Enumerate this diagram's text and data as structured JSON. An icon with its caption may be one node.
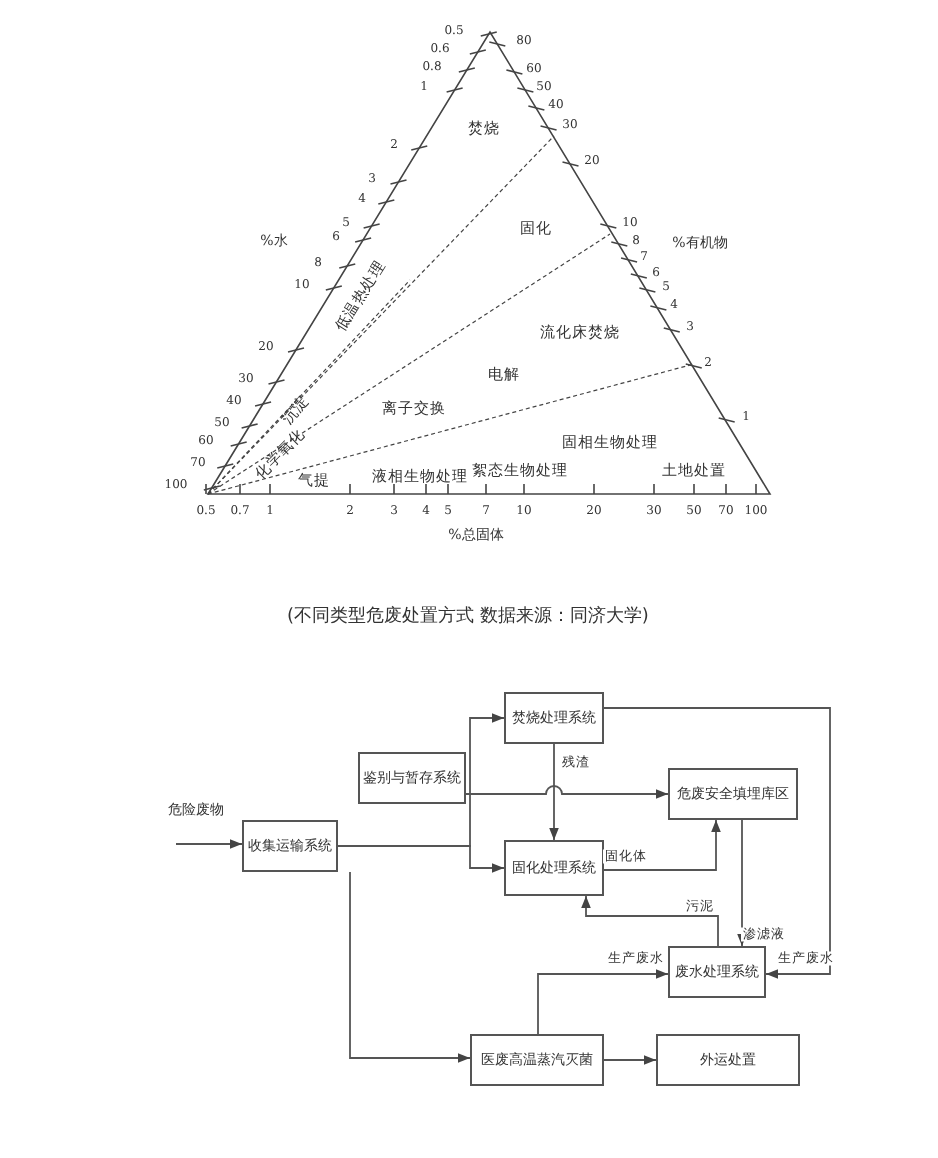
{
  "diagram": {
    "caption": "(不同类型危废处置方式 数据来源：同济大学)",
    "nodes": [
      {
        "text": [
          "危险废物"
        ]
      },
      {
        "text": [
          "收集运输系统"
        ]
      },
      {
        "text": [
          "鉴别与暂存系统"
        ]
      },
      {
        "text": [
          "焚烧处理系统"
        ]
      },
      {
        "text": [
          "危废安全填埋库区"
        ]
      },
      {
        "text": [
          "固化处理系统"
        ]
      },
      {
        "text": [
          "废水处理系统"
        ]
      },
      {
        "text": [
          "医废高温蒸汽灭菌"
        ]
      },
      {
        "text": [
          "外运处置"
        ]
      }
    ],
    "edges": [
      {
        "from": 0,
        "to": 1,
        "arrow": "to"
      },
      {
        "from": 1,
        "to": 3,
        "arrow": "to"
      },
      {
        "from": 1,
        "to": 5,
        "arrow": "to"
      },
      {
        "from": 2,
        "to": 4,
        "arrow": "to"
      },
      {
        "from": 3,
        "to": 5,
        "arrow": "to",
        "label": "残渣"
      },
      {
        "from": 5,
        "to": 4,
        "arrow": "to",
        "label": "固化体"
      },
      {
        "from": 3,
        "to": 6,
        "arrow": "to",
        "label": "生产废水"
      },
      {
        "from": 4,
        "to": 6,
        "arrow": "to",
        "label": "渗滤液"
      },
      {
        "from": 6,
        "to": 5,
        "arrow": "to",
        "label": "污泥"
      },
      {
        "from": 7,
        "to": 6,
        "arrow": "to",
        "label": "生产废水"
      },
      {
        "from": 1,
        "to": 7,
        "arrow": "to"
      },
      {
        "from": 7,
        "to": 8,
        "arrow": "to"
      }
    ],
    "labels": [
      "0.5",
      "0.6",
      "0.8",
      "1",
      "2",
      "3",
      "4",
      "5",
      "6",
      "8",
      "10",
      "20",
      "30",
      "40",
      "50",
      "60",
      "70",
      "100",
      "80",
      "60",
      "50",
      "40",
      "30",
      "20",
      "10",
      "8",
      "7",
      "6",
      "5",
      "4",
      "3",
      "2",
      "1",
      "%水",
      "%有机物",
      "焚烧",
      "固化",
      "低温热处理",
      "流化床焚烧",
      "电解",
      "离子交换",
      "沉淀",
      "固相生物处理",
      "化学氧化",
      "土地处置",
      "气提",
      "液相生物处理",
      "絮态生物处理",
      "0.5",
      "0.7",
      "1",
      "2",
      "3",
      "4",
      "5",
      "7",
      "10",
      "20",
      "30",
      "50",
      "70",
      "100",
      "%总固体"
    ]
  }
}
